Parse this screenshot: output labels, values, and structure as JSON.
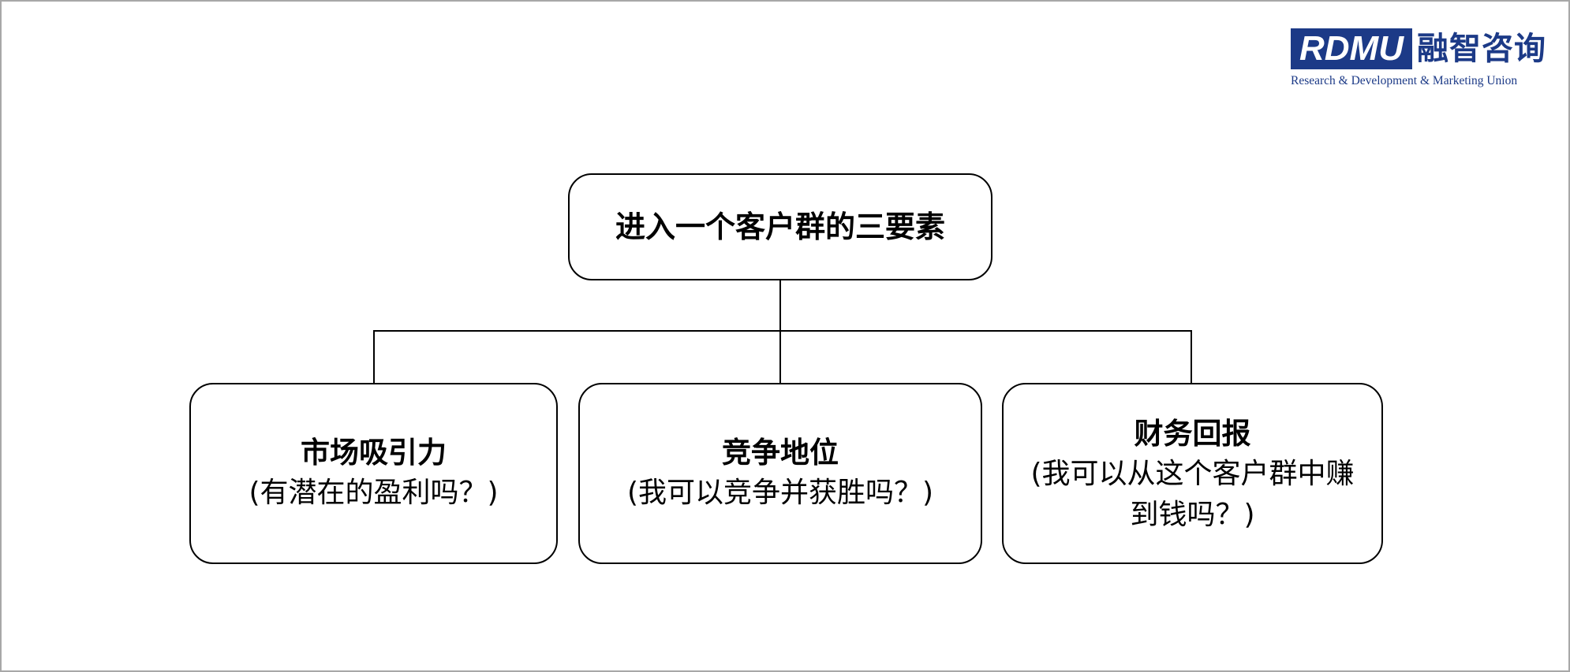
{
  "logo": {
    "mark": "RDMU",
    "name_cn": "融智咨询",
    "tagline": "Research & Development & Marketing Union",
    "brand_color": "#1c3a87"
  },
  "diagram": {
    "root": {
      "label": "进入一个客户群的三要素"
    },
    "children": [
      {
        "title": "市场吸引力",
        "subtitle": "(有潜在的盈利吗？)"
      },
      {
        "title": "竞争地位",
        "subtitle": "(我可以竞争并获胜吗？)"
      },
      {
        "title": "财务回报",
        "subtitle": "(我可以从这个客户群中赚到钱吗？)"
      }
    ]
  }
}
